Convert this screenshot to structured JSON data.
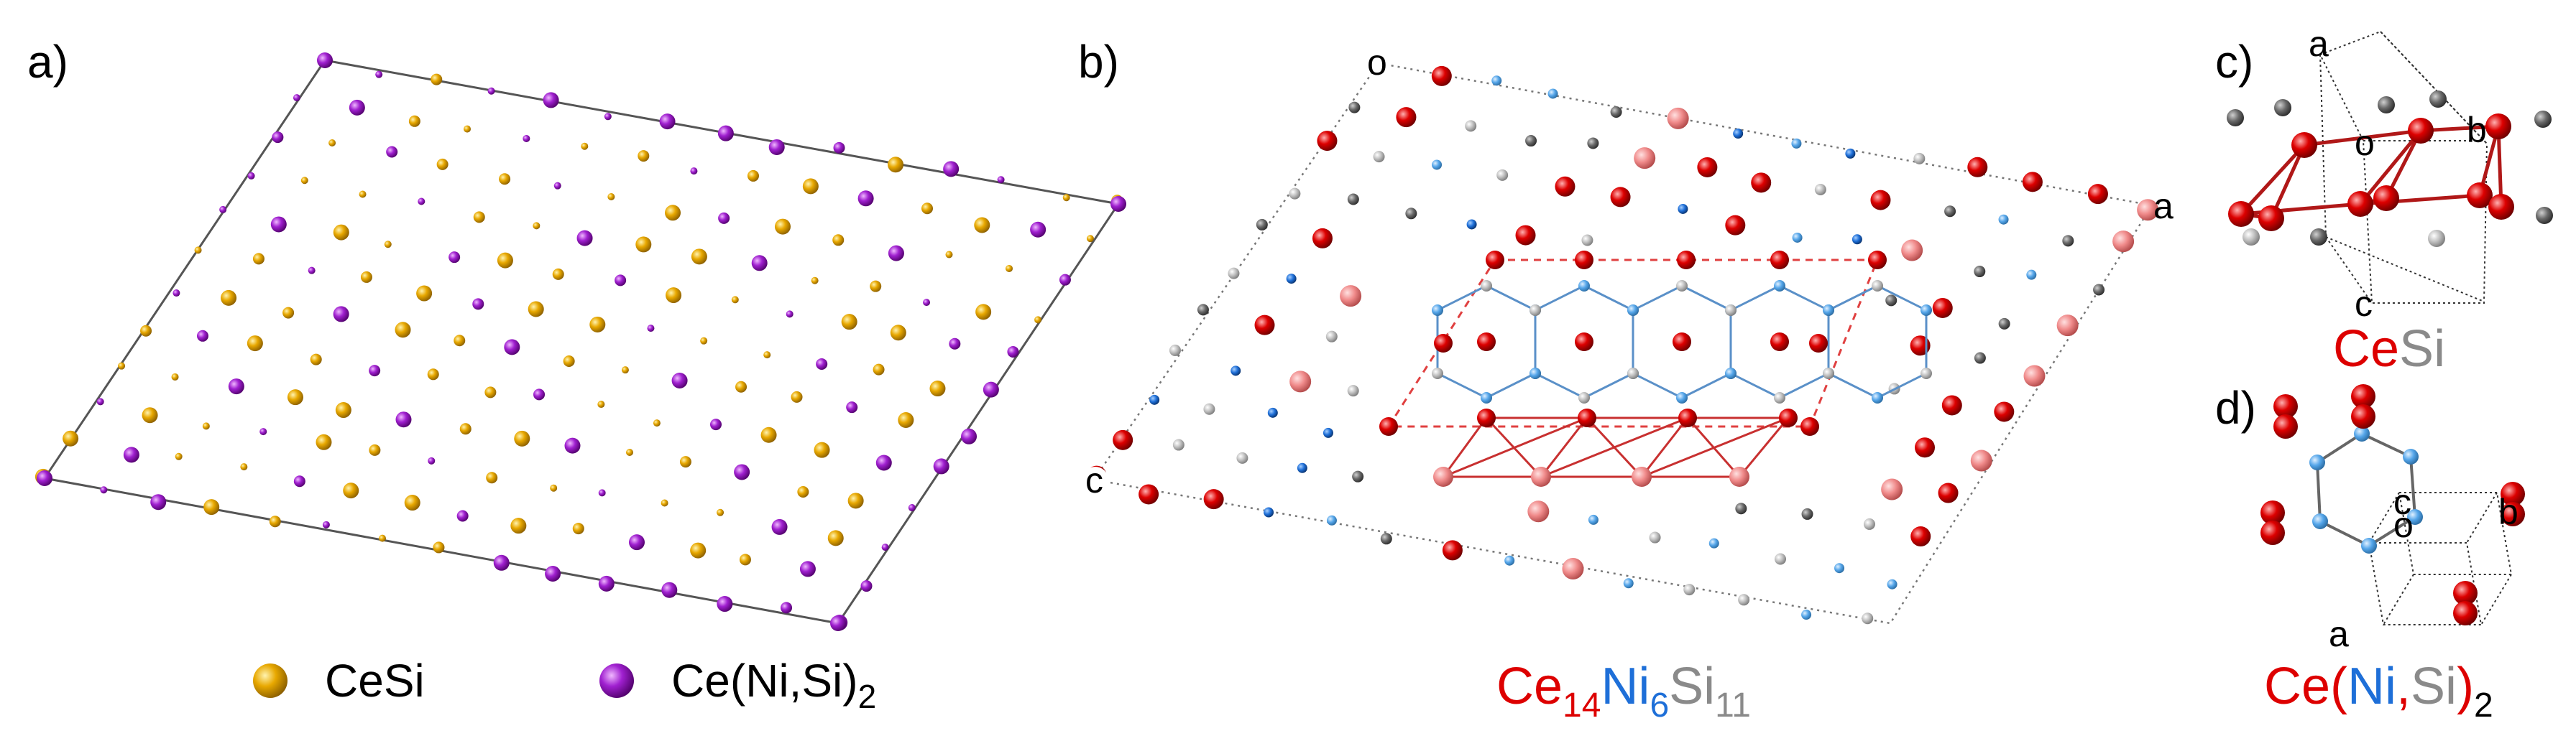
{
  "colors": {
    "cesi_gold": "#e8a800",
    "ce_ni_si_purple": "#a020d0",
    "ce_red": "#dd0000",
    "ce_light": "#f08a8a",
    "ni_blue": "#1e6fd8",
    "ni_light": "#55a6ea",
    "si_dark": "#6a6a6a",
    "si_light": "#b8b8b8"
  },
  "panel_a": {
    "label": "a)"
  },
  "panel_b": {
    "label": "b)",
    "axis_o": "o",
    "axis_a": "a",
    "axis_c": "c",
    "formula": [
      {
        "text": "Ce",
        "color": "#dd0000"
      },
      {
        "text": "14",
        "color": "#dd0000",
        "sub": true
      },
      {
        "text": "Ni",
        "color": "#1e6fd8"
      },
      {
        "text": "6",
        "color": "#1e6fd8",
        "sub": true
      },
      {
        "text": "Si",
        "color": "#8a8a8a"
      },
      {
        "text": "11",
        "color": "#8a8a8a",
        "sub": true
      }
    ]
  },
  "panel_c": {
    "label": "c)",
    "axis_a": "a",
    "axis_o": "o",
    "axis_b": "b",
    "axis_c": "c",
    "formula": [
      {
        "text": "Ce",
        "color": "#dd0000"
      },
      {
        "text": "Si",
        "color": "#8a8a8a"
      }
    ]
  },
  "panel_d": {
    "label": "d)",
    "axis_c": "c",
    "axis_o": "o",
    "axis_b": "b",
    "axis_a": "a",
    "formula": [
      {
        "text": "Ce(",
        "color": "#dd0000"
      },
      {
        "text": "Ni",
        "color": "#1e6fd8"
      },
      {
        "text": ",",
        "color": "#dd0000"
      },
      {
        "text": "Si",
        "color": "#8a8a8a"
      },
      {
        "text": ")",
        "color": "#dd0000"
      },
      {
        "text": "2",
        "color": "#000000",
        "sub": true
      }
    ]
  },
  "legend": {
    "cesi": "CeSi",
    "ce_ni_si_main": "Ce(Ni,Si)",
    "ce_ni_si_sub": "2"
  }
}
